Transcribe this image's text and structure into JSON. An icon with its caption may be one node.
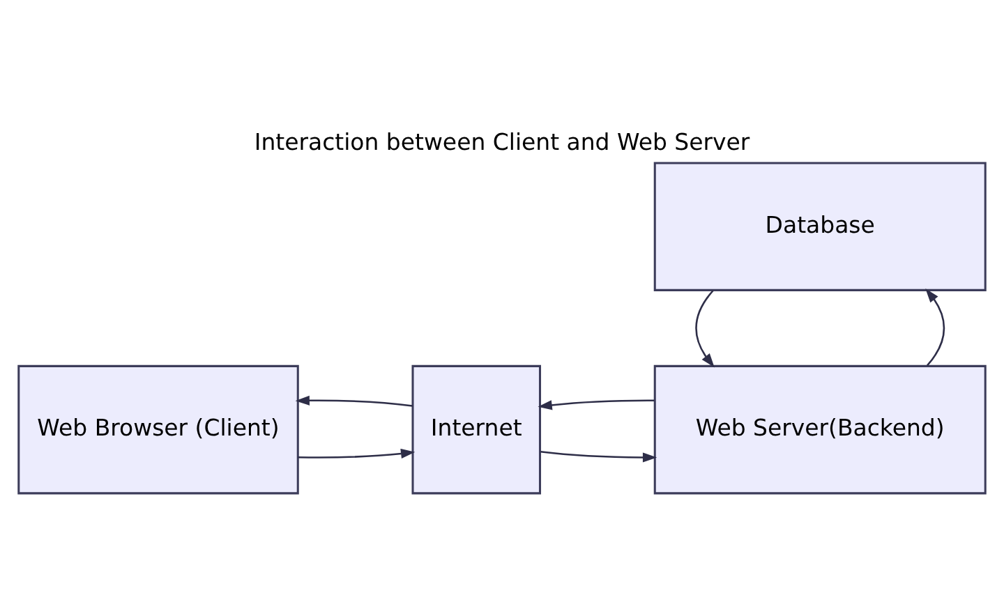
{
  "diagram": {
    "title": "Interaction between Client and Web Server",
    "nodes": [
      {
        "text": [
          "Web Browser (Client)"
        ]
      },
      {
        "text": [
          "Internet"
        ]
      },
      {
        "text": [
          "Web Server(Backend)"
        ]
      },
      {
        "text": [
          "Database"
        ]
      }
    ],
    "edges": [
      {
        "from": 0,
        "to": 1,
        "arrow": "to"
      },
      {
        "from": 1,
        "to": 0,
        "arrow": "to"
      },
      {
        "from": 1,
        "to": 2,
        "arrow": "to"
      },
      {
        "from": 2,
        "to": 1,
        "arrow": "to"
      },
      {
        "from": 2,
        "to": 3,
        "arrow": "to"
      },
      {
        "from": 3,
        "to": 2,
        "arrow": "to"
      }
    ]
  }
}
